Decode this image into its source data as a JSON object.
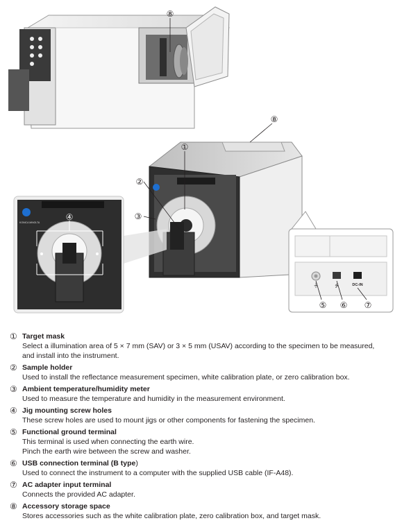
{
  "callouts": {
    "c1": "①",
    "c2": "②",
    "c3": "③",
    "c4": "④",
    "c5": "⑤",
    "c6": "⑥",
    "c7": "⑦",
    "c8": "⑧"
  },
  "device_labels": {
    "brand": "KONICA MINOLTA",
    "dc_in": "DC-IN"
  },
  "items": [
    {
      "num": "①",
      "title": "Target mask",
      "desc": [
        "Select a illumination area of 5 × 7 mm (SAV) or 3 × 5 mm (USAV) according to the specimen to be measured,",
        "and install into the instrument."
      ]
    },
    {
      "num": "②",
      "title": "Sample holder",
      "desc": [
        "Used to install the reflectance measurement specimen, white calibration plate, or zero calibration box."
      ]
    },
    {
      "num": "③",
      "title": "Ambient temperature/humidity meter",
      "desc": [
        "Used to measure the temperature and humidity in the measurement environment."
      ]
    },
    {
      "num": "④",
      "title": "Jig mounting screw holes",
      "desc": [
        "These screw holes are used to mount jigs or other components for fastening the specimen."
      ]
    },
    {
      "num": "⑤",
      "title": "Functional ground terminal",
      "desc": [
        "This terminal is used when connecting the earth wire.",
        "Pinch the earth wire between the screw and washer."
      ]
    },
    {
      "num": "⑥",
      "title": "USB connection terminal (B type)",
      "title_bold": "USB connection terminal (",
      "title_mid": "B type",
      "title_end": ")",
      "desc": [
        "Used to connect the instrument to a computer with the supplied USB cable (IF-A48)."
      ]
    },
    {
      "num": "⑦",
      "title": "AC adapter input terminal",
      "desc": [
        "Connects the provided AC adapter."
      ]
    },
    {
      "num": "⑧",
      "title": "Accessory storage space",
      "desc": [
        "Stores accessories such as the white calibration plate, zero calibration box, and target mask."
      ]
    }
  ]
}
